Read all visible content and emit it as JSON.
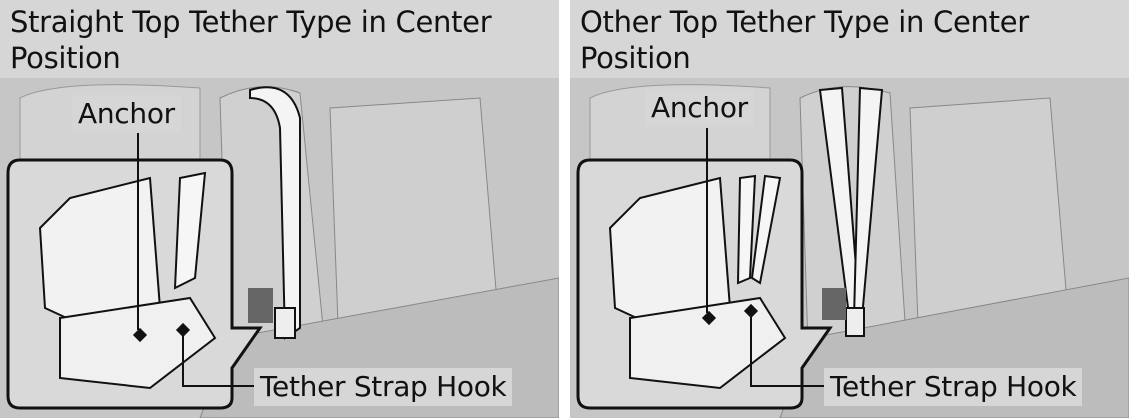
{
  "panels": [
    {
      "title": "Straight Top Tether Type in Center Position",
      "anchor_label": "Anchor",
      "hook_label": "Tether Strap Hook"
    },
    {
      "title": "Other Top Tether Type in Center Position",
      "anchor_label": "Anchor",
      "hook_label": "Tether Strap Hook"
    }
  ]
}
